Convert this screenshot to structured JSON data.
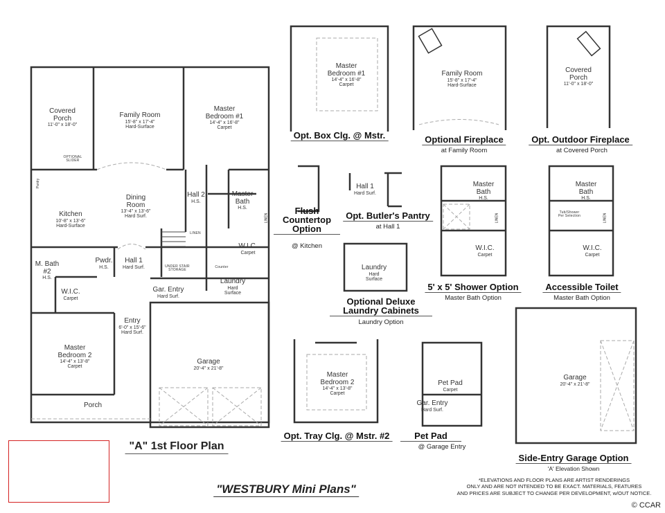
{
  "main_plan": {
    "title": "\"A\" 1st Floor Plan",
    "rooms": {
      "covered_porch": {
        "name": "Covered Porch",
        "dim": "11'-0\" x 18'-0\""
      },
      "optional_slider": "OPTIONAL SLIDER",
      "family_room": {
        "name": "Family Room",
        "dim": "15'-8\" x 17'-4\"",
        "floor": "Hard-Surface"
      },
      "master_bedroom_1": {
        "name": "Master Bedroom #1",
        "dim": "14'-4\" x 16'-8\"",
        "floor": "Carpet"
      },
      "pantry": "Pantry",
      "dining_room": {
        "name": "Dining Room",
        "dim": "13'-4\" x 13'-6\"",
        "floor": "Hard Surf."
      },
      "kitchen": {
        "name": "Kitchen",
        "dim": "10'-8\" x 13'-6\"",
        "floor": "Hard-Surface"
      },
      "hall_2": {
        "name": "Hall 2",
        "floor": "H.S."
      },
      "master_bath": {
        "name": "Master Bath",
        "floor": "H.S."
      },
      "linen_1": "LINEN",
      "linen_2": "LINEN",
      "wic_1": {
        "name": "W.I.C.",
        "floor": "Carpet"
      },
      "m_bath_2": {
        "name": "M. Bath #2",
        "floor": "H.S."
      },
      "powder": {
        "name": "Pwdr.",
        "floor": "H.S."
      },
      "hall_1": {
        "name": "Hall 1",
        "floor": "Hard Surf."
      },
      "under_stair": "UNDER STAIR STORAGE",
      "counter": "Counter",
      "laundry": {
        "name": "Laundry",
        "floor": "Hard Surface"
      },
      "wic_2": {
        "name": "W.I.C.",
        "floor": "Carpet"
      },
      "garage_entry": {
        "name": "Gar. Entry",
        "floor": "Hard Surf."
      },
      "entry": {
        "name": "Entry",
        "dim": "6'-0\" x 15'-6\"",
        "floor": "Hard Surf."
      },
      "master_bedroom_2": {
        "name": "Master Bedroom 2",
        "dim": "14'-4\" x 13'-8\"",
        "floor": "Carpet"
      },
      "garage": {
        "name": "Garage",
        "dim": "20'-4\" x 21'-8\""
      },
      "porch": "Porch"
    }
  },
  "options": {
    "box_ceiling": {
      "title": "Opt. Box Clg. @ Mstr.",
      "room": "Master Bedroom #1",
      "dim": "14'-4\" x 16'-8\"",
      "floor": "Carpet"
    },
    "fireplace": {
      "title": "Optional Fireplace",
      "subtitle": "at Family Room",
      "room": "Family Room",
      "dim": "15'-8\" x 17'-4\"",
      "floor": "Hard-Surface"
    },
    "outdoor_fireplace": {
      "title": "Opt. Outdoor Fireplace",
      "subtitle": "at Covered Porch",
      "room": "Covered Porch",
      "dim": "11'-0\" x 18'-0\""
    },
    "flush_countertop": {
      "title": "Flush Countertop Option",
      "subtitle": "@ Kitchen"
    },
    "butlers_pantry": {
      "title": "Opt. Butler's Pantry",
      "subtitle": "at Hall 1",
      "room": "Hall 1",
      "floor": "Hard Surf."
    },
    "laundry_cabinets": {
      "title": "Optional Deluxe Laundry Cabinets",
      "subtitle": "Laundry Option",
      "room": "Laundry",
      "floor": "Hard Surface"
    },
    "shower": {
      "title": "5' x 5' Shower Option",
      "subtitle": "Master Bath Option",
      "room": "Master Bath",
      "floor": "H.S.",
      "linen": "LINEN",
      "wic": "W.I.C.",
      "wic_floor": "Carpet"
    },
    "accessible_toilet": {
      "title": "Accessible Toilet",
      "subtitle": "Master Bath Option",
      "room": "Master Bath",
      "floor": "H.S.",
      "tub_note": "Tub/Shower Per Selection",
      "linen": "LINEN",
      "wic": "W.I.C.",
      "wic_floor": "Carpet"
    },
    "tray_ceiling": {
      "title": "Opt. Tray Clg. @ Mstr. #2",
      "room": "Master Bedroom 2",
      "dim": "14'-4\" x 13'-8\"",
      "floor": "Carpet"
    },
    "pet_pad": {
      "title": "Pet Pad",
      "subtitle": "@ Garage Entry",
      "room": "Pet Pad",
      "floor": "Carpet",
      "entry": "Gar. Entry",
      "entry_floor": "Hard Surf."
    },
    "side_garage": {
      "title": "Side-Entry Garage Option",
      "subtitle": "'A' Elevation Shown",
      "room": "Garage",
      "dim": "20'-4\" x 21'-8\""
    }
  },
  "footer": {
    "plan_name": "\"WESTBURY Mini Plans\"",
    "disclaimer": [
      "*ELEVATIONS AND FLOOR PLANS ARE ARTIST RENDERINGS",
      "ONLY AND ARE NOT INTENDED TO BE EXACT.  MATERIALS, FEATURES",
      "AND PRICES ARE SUBJECT TO CHANGE PER DEVELOPMENT, w/OUT NOTICE."
    ],
    "copyright": "© CCAR"
  },
  "colors": {
    "wall": "#333333",
    "dash": "#aaaaaa",
    "highlight_box": "#d42020"
  }
}
